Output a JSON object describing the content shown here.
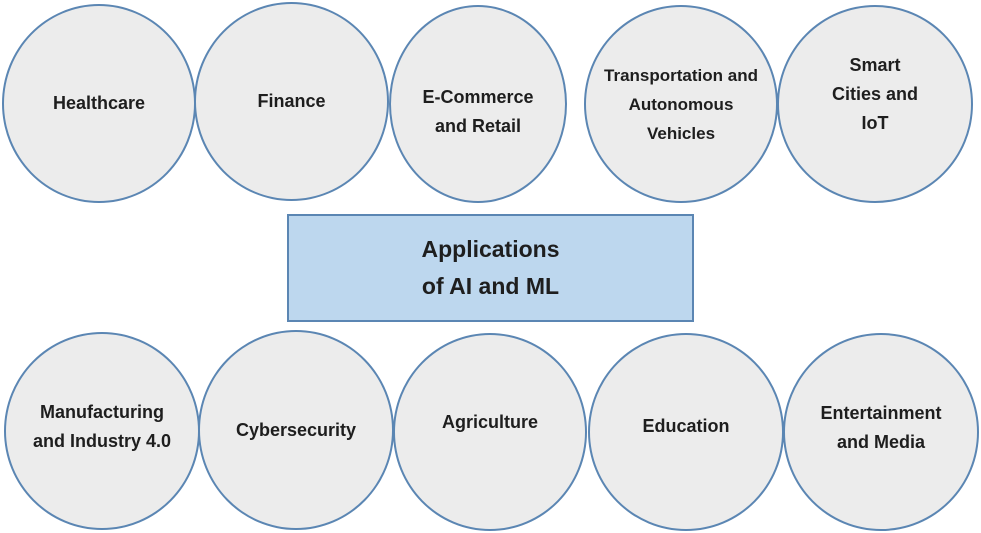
{
  "diagram": {
    "title": "Applications\nof AI and ML",
    "colors": {
      "circle_fill": "#ececec",
      "circle_border": "#5b86b3",
      "box_fill": "#bdd7ee",
      "box_border": "#5b86b3"
    },
    "top_row": [
      {
        "label": "Healthcare"
      },
      {
        "label": "Finance"
      },
      {
        "label": "E-Commerce\nand Retail"
      },
      {
        "label": "Transportation and\nAutonomous\nVehicles"
      },
      {
        "label": "Smart\nCities and\nIoT"
      }
    ],
    "bottom_row": [
      {
        "label": "Manufacturing\nand Industry 4.0"
      },
      {
        "label": "Cybersecurity"
      },
      {
        "label": "Agriculture"
      },
      {
        "label": "Education"
      },
      {
        "label": "Entertainment\nand Media"
      }
    ]
  }
}
